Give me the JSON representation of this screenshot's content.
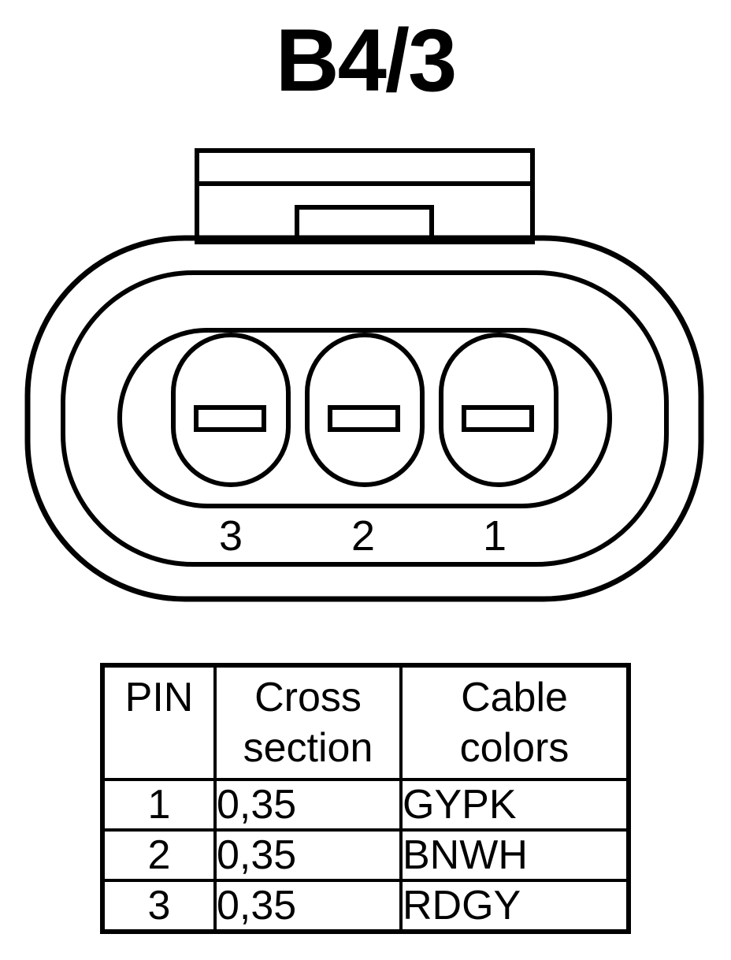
{
  "title": "B4/3",
  "pin_labels": [
    "3",
    "2",
    "1"
  ],
  "table": {
    "headers": [
      [
        "PIN"
      ],
      [
        "Cross",
        "section"
      ],
      [
        "Cable",
        "colors"
      ]
    ],
    "rows": [
      {
        "pin": "1",
        "cross_section": "0,35",
        "cable_colors": "GYPK"
      },
      {
        "pin": "2",
        "cross_section": "0,35",
        "cable_colors": "BNWH"
      },
      {
        "pin": "3",
        "cross_section": "0,35",
        "cable_colors": "RDGY"
      }
    ]
  }
}
